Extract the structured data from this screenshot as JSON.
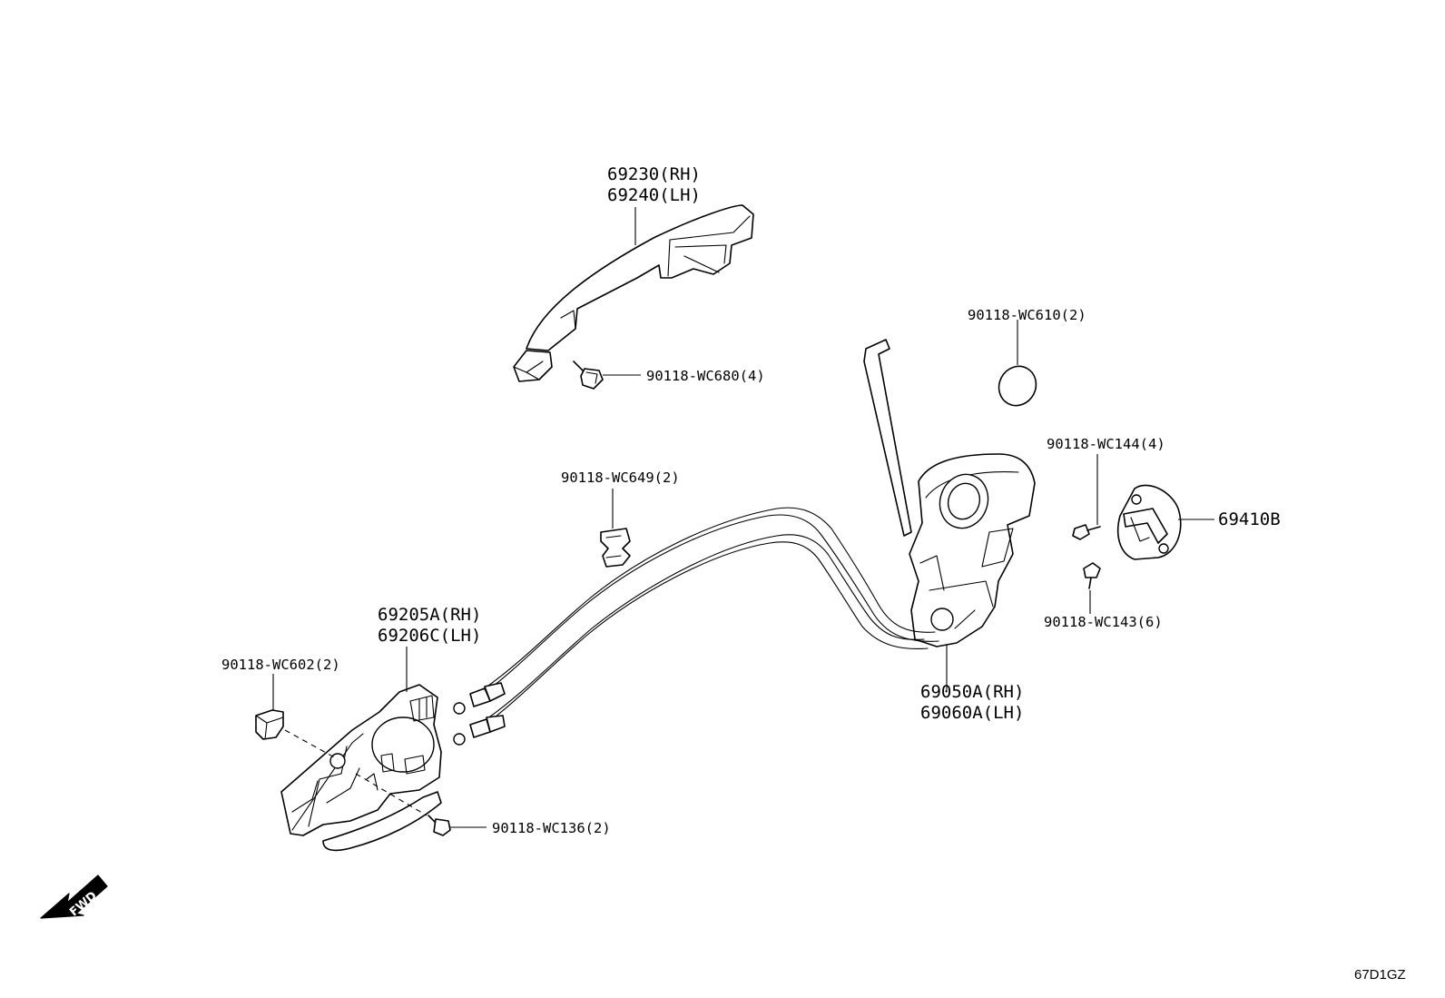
{
  "diagram": {
    "labels": {
      "outer_handle_rh": "69230(RH)",
      "outer_handle_lh": "69240(LH)",
      "screw_wc680": "90118-WC680(4)",
      "cap_wc610": "90118-WC610(2)",
      "screw_wc144": "90118-WC144(4)",
      "striker": "69410B",
      "screw_wc143": "90118-WC143(6)",
      "clip_wc649": "90118-WC649(2)",
      "inner_handle_rh": "69205A(RH)",
      "inner_handle_lh": "69206C(LH)",
      "clip_wc602": "90118-WC602(2)",
      "lock_rh": "69050A(RH)",
      "lock_lh": "69060A(LH)",
      "screw_wc136": "90118-WC136(2)"
    },
    "fwd_text": "FWD",
    "diagram_code": "67D1GZ"
  }
}
